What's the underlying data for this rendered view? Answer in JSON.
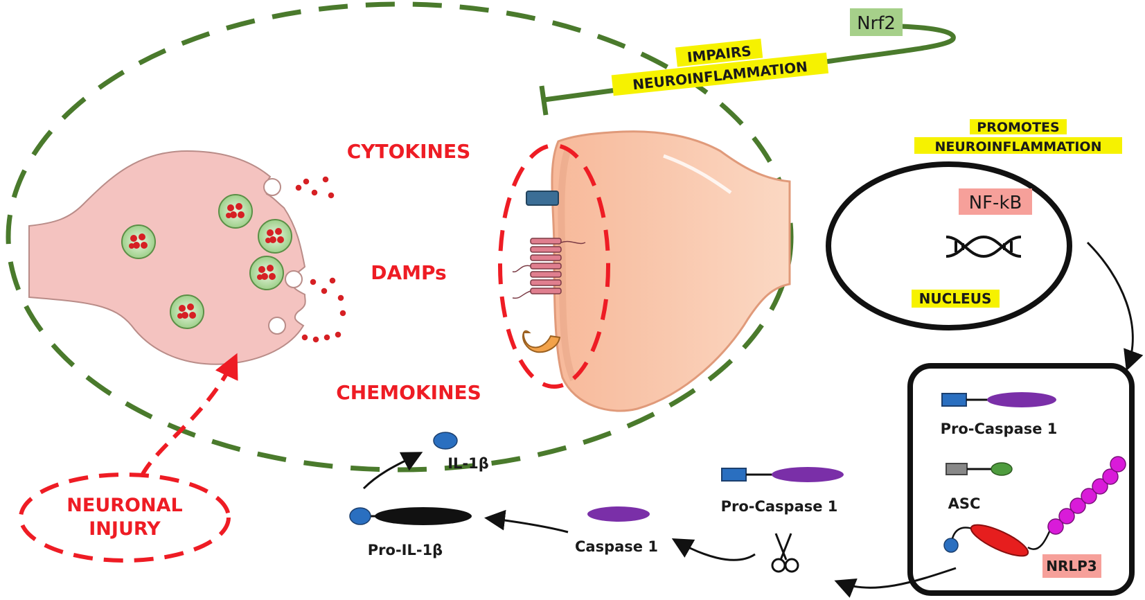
{
  "labels": {
    "cytokines": "CYTOKINES",
    "damps": "DAMPs",
    "chemokines": "CHEMOKINES",
    "neuronal_injury_line1": "NEURONAL",
    "neuronal_injury_line2": "INJURY",
    "nrf2": "Nrf2",
    "impairs_line1": "IMPAIRS",
    "impairs_line2": "NEUROINFLAMMATION",
    "promotes_line1": "PROMOTES",
    "promotes_line2": "NEUROINFLAMMATION",
    "nfkb": "NF-kB",
    "nucleus": "NUCLEUS",
    "pro_caspase_box": "Pro-Caspase 1",
    "asc": "ASC",
    "nlrp3": "NRLP3",
    "pro_caspase_mid": "Pro-Caspase 1",
    "caspase1": "Caspase 1",
    "pro_il1b": "Pro-IL-1β",
    "il1b": "IL-1β"
  },
  "colors": {
    "accent_red": "#ee1c24",
    "dashed_green": "#4a7a2c",
    "highlight_yellow": "#f6f200",
    "highlight_pink": "#f6a09a",
    "highlight_green": "#a6d08a",
    "neuron_pink": "#f4c3c0",
    "postsynaptic_peach": "#f9cdb4",
    "purple_domain": "#7a2fa8",
    "blue_domain": "#2a6fc0",
    "magenta_beads": "#d91bd9"
  }
}
